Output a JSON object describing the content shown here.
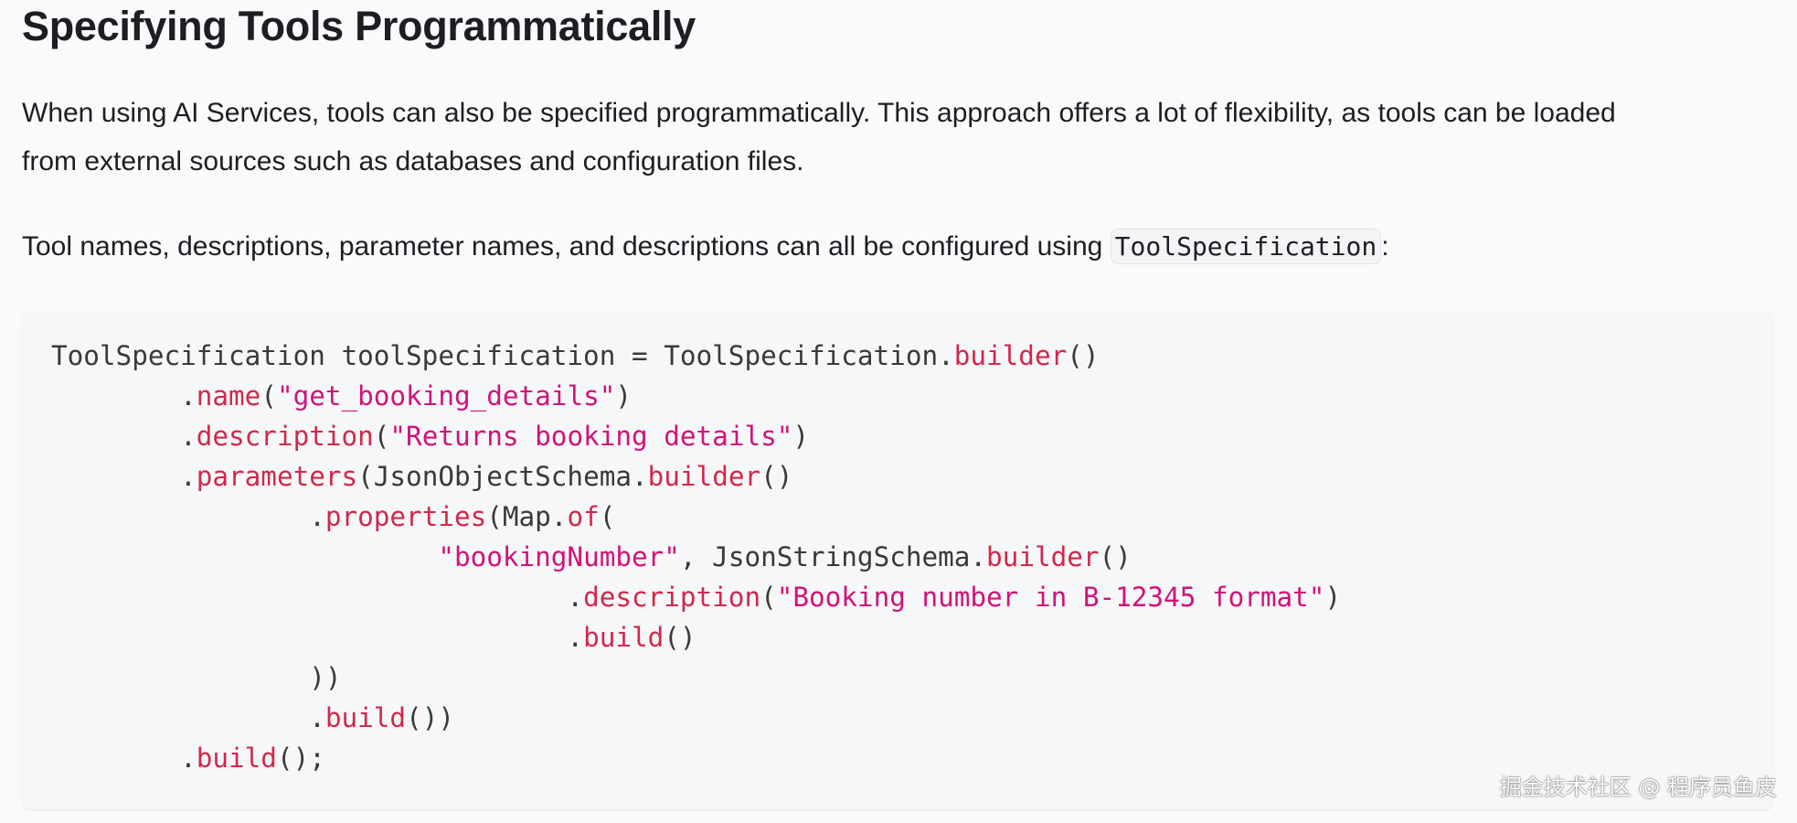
{
  "heading": "Specifying Tools Programmatically",
  "para1": {
    "line1": "When using AI Services, tools can also be specified programmatically. This approach offers a lot of flexibility, as tools can be loaded",
    "line2": "from external sources such as databases and configuration files."
  },
  "para2": {
    "text_before": "Tool names, descriptions, parameter names, and descriptions can all be configured using ",
    "inline_code": "ToolSpecification",
    "text_after": ":"
  },
  "code": {
    "l1": {
      "a": "ToolSpecification toolSpecification = ToolSpecification.",
      "m": "builder",
      "b": "()"
    },
    "l2": {
      "a": "        .",
      "m": "name",
      "b": "(",
      "s": "\"get_booking_details\"",
      "c": ")"
    },
    "l3": {
      "a": "        .",
      "m": "description",
      "b": "(",
      "s": "\"Returns booking details\"",
      "c": ")"
    },
    "l4": {
      "a": "        .",
      "m": "parameters",
      "b": "(JsonObjectSchema.",
      "m2": "builder",
      "c": "()"
    },
    "l5": {
      "a": "                .",
      "m": "properties",
      "b": "(Map.",
      "m2": "of",
      "c": "("
    },
    "l6": {
      "a": "                        ",
      "s": "\"bookingNumber\"",
      "b": ", JsonStringSchema.",
      "m": "builder",
      "c": "()"
    },
    "l7": {
      "a": "                                .",
      "m": "description",
      "b": "(",
      "s": "\"Booking number in B-12345 format\"",
      "c": ")"
    },
    "l8": {
      "a": "                                .",
      "m": "build",
      "b": "()"
    },
    "l9": {
      "a": "                ))"
    },
    "l10": {
      "a": "                .",
      "m": "build",
      "b": "())"
    },
    "l11": {
      "a": "        .",
      "m": "build",
      "b": "();"
    }
  },
  "watermark": "掘金技术社区 @ 程序员鱼皮",
  "colors": {
    "method": "#d1284b",
    "string": "#d1127a",
    "code_text": "#393a34",
    "background": "#f9fafb",
    "code_background": "#f6f7f8"
  }
}
